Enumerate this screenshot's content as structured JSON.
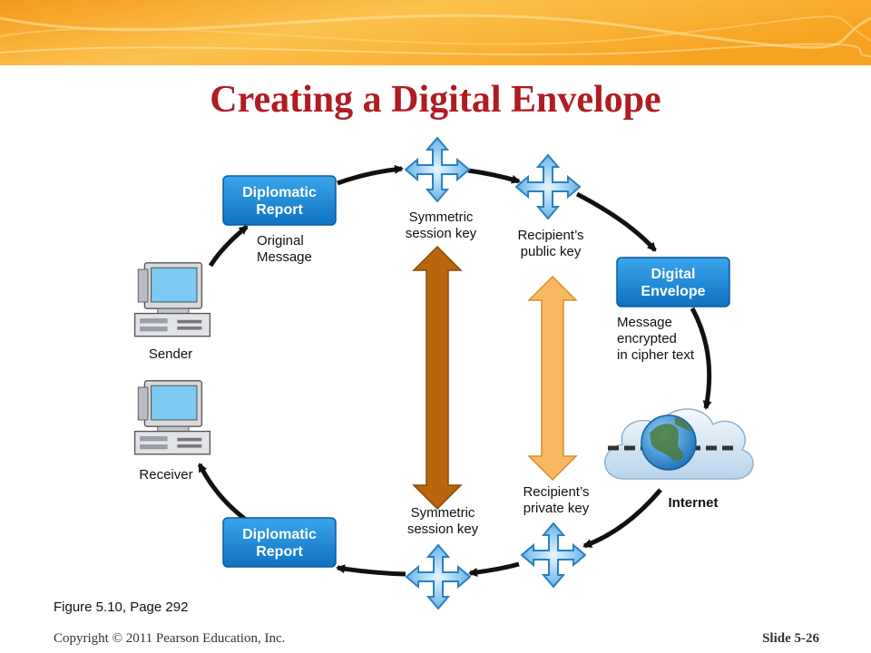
{
  "slide": {
    "title": "Creating a Digital Envelope",
    "caption": "Figure 5.10, Page 292",
    "copyright": "Copyright © 2011 Pearson Education, Inc.",
    "slide_number": "Slide 5-26"
  },
  "diagram": {
    "boxes": {
      "top_report": [
        "Diplomatic",
        "Report"
      ],
      "envelope": [
        "Digital",
        "Envelope"
      ],
      "bottom_report": [
        "Diplomatic",
        "Report"
      ]
    },
    "labels": {
      "original_message": [
        "Original",
        "Message"
      ],
      "sender": "Sender",
      "receiver": "Receiver",
      "sym_key_top": [
        "Symmetric",
        "session key"
      ],
      "recipient_public": [
        "Recipient’s",
        "public key"
      ],
      "encrypted": [
        "Message",
        "encrypted",
        "in cipher text"
      ],
      "internet": "Internet",
      "recipient_private": [
        "Recipient’s",
        "private key"
      ],
      "sym_key_bottom": [
        "Symmetric",
        "session key"
      ]
    },
    "icons": [
      "key-icon",
      "computer-icon",
      "globe-icon",
      "cloud-icon"
    ],
    "colors": {
      "title": "#b01c22",
      "box_blue": "#1a87d6",
      "key_blue": "#5cb6ea",
      "dark_arrow": "#b8650c",
      "light_arrow": "#f9b860"
    }
  }
}
